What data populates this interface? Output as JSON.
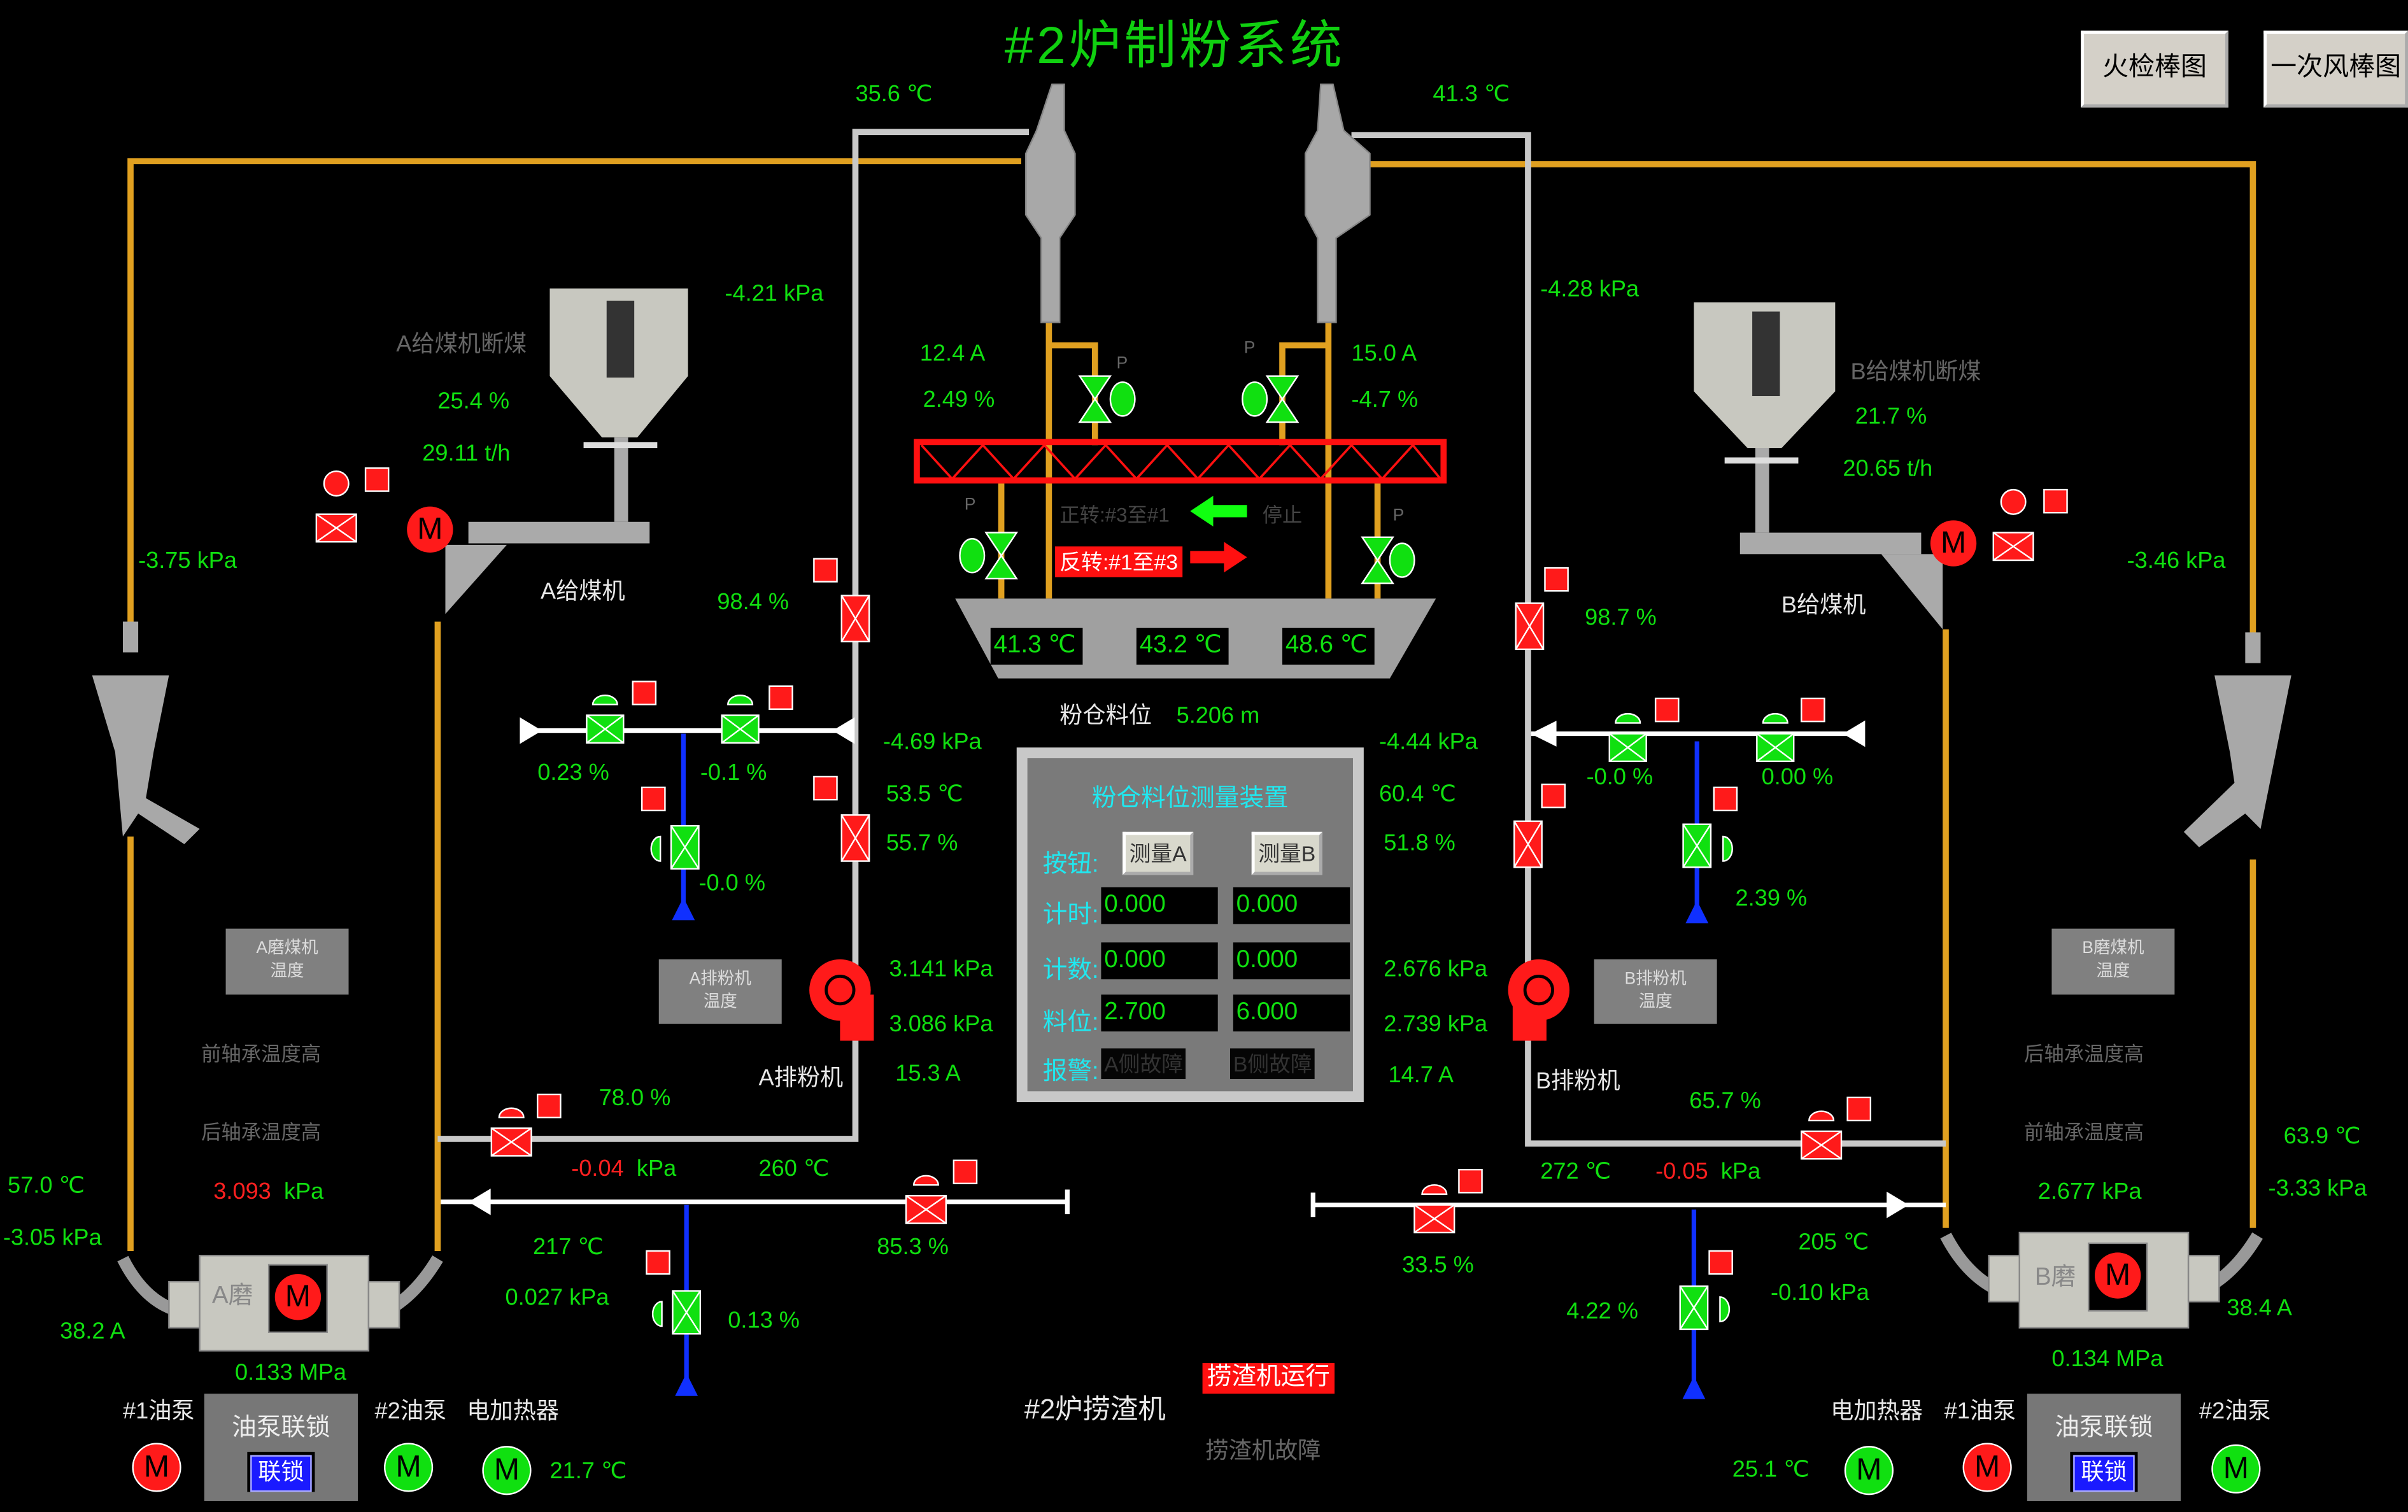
{
  "title": "#2炉制粉系统",
  "buttons": {
    "flame": "火检棒图",
    "primary_air": "一次风棒图"
  },
  "colors": {
    "reading": "#10e010",
    "alarm": "#ff2020",
    "coal_pipe": "#e0a020",
    "air_pipe": "#c8c8c8",
    "water_pipe": "#1030ff",
    "panel_text": "#20e8f0"
  },
  "top": {
    "left_temp": "35.6 ℃",
    "right_temp": "41.3 ℃"
  },
  "left": {
    "outlet_pressure": "-4.21 kPa",
    "feeder_break": "A给煤机断煤",
    "feeder_pct": "25.4 %",
    "feeder_rate": "29.11 t/h",
    "loop_pressure": "-3.75 kPa",
    "feeder_name": "A给煤机",
    "damper1": "98.4 %",
    "valve1": "0.23 %",
    "valve2": "-0.1 %",
    "fan_in_pressure": "-4.69 kPa",
    "fan_in_temp": "53.5 ℃",
    "damper2": "55.7 %",
    "valve3": "-0.0 %",
    "fan_p1": "3.141 kPa",
    "fan_p2": "3.086 kPa",
    "fan_name": "A排粉机",
    "fan_current": "15.3 A",
    "mill_temp_box": [
      "A磨煤机",
      "温度"
    ],
    "fan_temp_box": [
      "A排粉机",
      "温度"
    ],
    "front_bearing": "前轴承温度高",
    "rear_bearing": "后轴承温度高",
    "damper3": "78.0 %",
    "duct_pressure_value": "-0.04",
    "duct_pressure_unit": "kPa",
    "duct_temp": "260 ℃",
    "mill_out_temp": "57.0 ℃",
    "mill_dp_value": "3.093",
    "mill_dp_unit": "kPa",
    "mill_out_pressure": "-3.05 kPa",
    "hot_air_temp": "217 ℃",
    "damper4": "85.3 %",
    "hot_air_pressure": "0.027 kPa",
    "valve4": "0.13 %",
    "mill_current": "38.2 A",
    "oil_pressure": "0.133 MPa",
    "mill_label": "A磨",
    "pump1": "#1油泵",
    "interlock_title": "油泵联锁",
    "interlock_btn": "联锁",
    "pump2": "#2油泵",
    "heater": "电加热器",
    "oil_temp": "21.7 ℃"
  },
  "right": {
    "outlet_pressure": "-4.28 kPa",
    "feeder_break": "B给煤机断煤",
    "feeder_pct": "21.7 %",
    "feeder_rate": "20.65 t/h",
    "loop_pressure": "-3.46 kPa",
    "feeder_name": "B给煤机",
    "damper1": "98.7 %",
    "fan_in_pressure": "-4.44 kPa",
    "fan_in_temp": "60.4 ℃",
    "damper2": "51.8 %",
    "valve1": "-0.0 %",
    "valve2": "0.00 %",
    "valve3": "2.39 %",
    "fan_p1": "2.676 kPa",
    "fan_p2": "2.739 kPa",
    "fan_current": "14.7 A",
    "fan_name": "B排粉机",
    "fan_temp_box": [
      "B排粉机",
      "温度"
    ],
    "mill_temp_box": [
      "B磨煤机",
      "温度"
    ],
    "rear_bearing": "后轴承温度高",
    "front_bearing": "前轴承温度高",
    "damper3": "65.7 %",
    "mill_out_temp": "63.9 ℃",
    "mill_out_pressure": "-3.33 kPa",
    "duct_temp": "272 ℃",
    "duct_pressure_value": "-0.05",
    "duct_pressure_unit": "kPa",
    "mill_dp": "2.677 kPa",
    "hot_air_temp": "205 ℃",
    "damper4": "33.5 %",
    "hot_air_pressure": "-0.10 kPa",
    "valve4": "4.22 %",
    "mill_current": "38.4 A",
    "oil_pressure": "0.134 MPa",
    "mill_label": "B磨",
    "heater": "电加热器",
    "pump1": "#1油泵",
    "interlock_title": "油泵联锁",
    "interlock_btn": "联锁",
    "pump2": "#2油泵",
    "oil_temp": "25.1 ℃"
  },
  "center": {
    "left_current": "12.4 A",
    "left_pct": "2.49 %",
    "right_current": "15.0 A",
    "right_pct": "-4.7 %",
    "forward": "正转:#3至#1",
    "stop": "停止",
    "reverse": "反转:#1至#3",
    "bin_temps": [
      "41.3 ℃",
      "43.2 ℃",
      "48.6 ℃"
    ],
    "bin_level_label": "粉仓料位",
    "bin_level_value": "5.206 m",
    "valve_tag": "P"
  },
  "panel": {
    "title": "粉仓料位测量装置",
    "button_label": "按钮:",
    "measure_a": "测量A",
    "measure_b": "测量B",
    "timer_label": "计时:",
    "timer_a": "0.000",
    "timer_b": "0.000",
    "count_label": "计数:",
    "count_a": "0.000",
    "count_b": "0.000",
    "level_label": "料位:",
    "level_a": "2.700",
    "level_b": "6.000",
    "alarm_label": "报警:",
    "alarm_a": "A侧故障",
    "alarm_b": "B侧故障"
  },
  "slag": {
    "running": "捞渣机运行",
    "name": "#2炉捞渣机",
    "fault": "捞渣机故障"
  },
  "motor_label": "M"
}
